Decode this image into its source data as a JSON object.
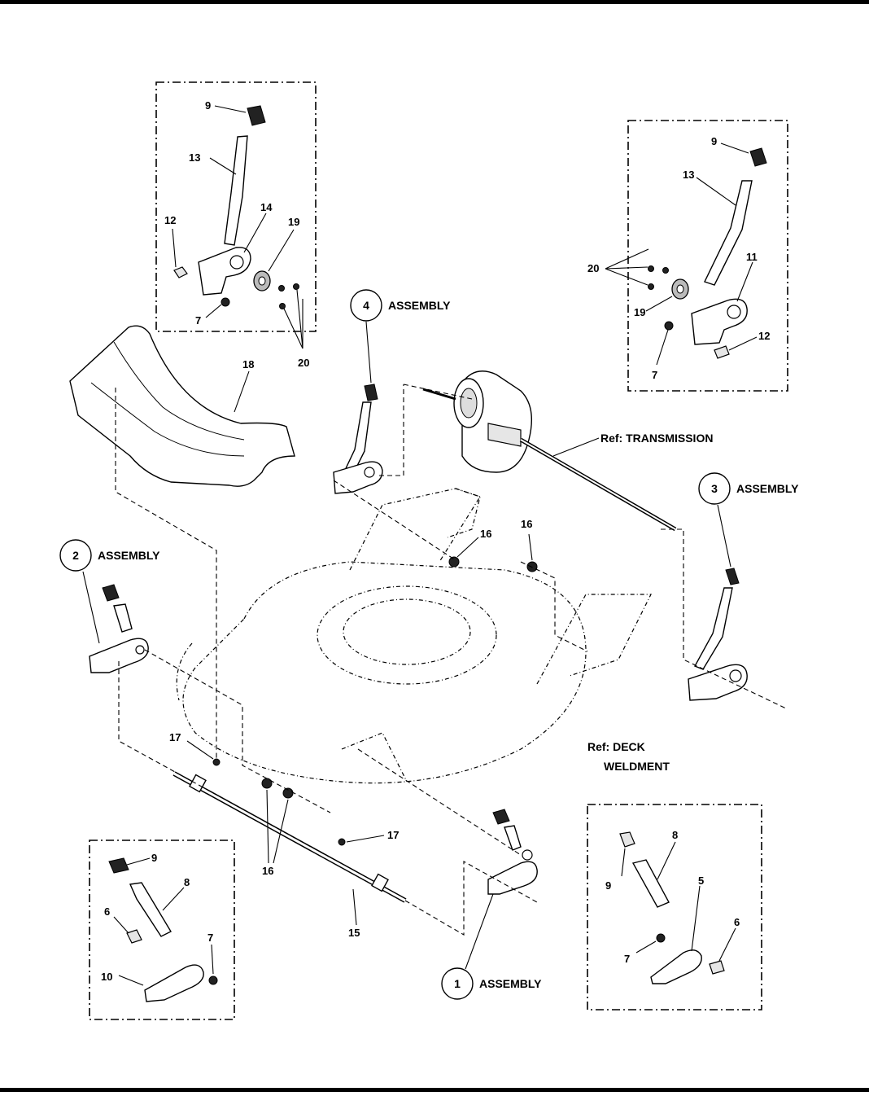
{
  "diagram": {
    "callouts": {
      "ul_9": "9",
      "ul_13": "13",
      "ul_12": "12",
      "ul_14": "14",
      "ul_19": "19",
      "ul_7": "7",
      "ul_20": "20",
      "ur_9": "9",
      "ur_13": "13",
      "ur_20": "20",
      "ur_11": "11",
      "ur_19": "19",
      "ur_12": "12",
      "ur_7": "7",
      "c_18": "18",
      "c_16a": "16",
      "c_16b": "16",
      "c_16c": "16",
      "c_17a": "17",
      "c_17b": "17",
      "c_15": "15",
      "ll_9": "9",
      "ll_8": "8",
      "ll_6": "6",
      "ll_7": "7",
      "ll_10": "10",
      "lr_8": "8",
      "lr_9": "9",
      "lr_5": "5",
      "lr_6": "6",
      "lr_7": "7"
    },
    "assemblies": [
      {
        "number": "4",
        "label": "ASSEMBLY"
      },
      {
        "number": "3",
        "label": "ASSEMBLY"
      },
      {
        "number": "2",
        "label": "ASSEMBLY"
      },
      {
        "number": "1",
        "label": "ASSEMBLY"
      }
    ],
    "references": {
      "transmission": "Ref: TRANSMISSION",
      "deck_line1": "Ref: DECK",
      "deck_line2": "WELDMENT"
    }
  }
}
